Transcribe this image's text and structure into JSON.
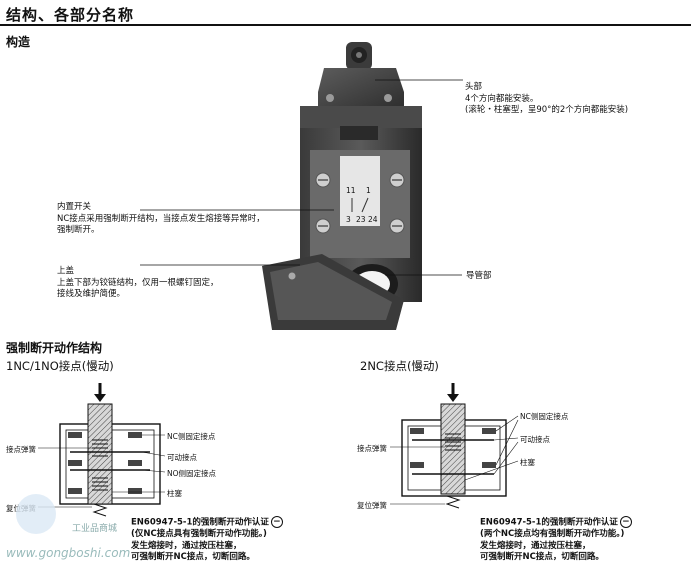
{
  "header": {
    "title": "结构、各部分名称"
  },
  "structure": {
    "title": "构造",
    "labels": {
      "head": {
        "title": "头部",
        "line1": "4个方向都能安装。",
        "line2": "(滚轮・柱塞型，呈90°的2个方向都能安装)"
      },
      "switch": {
        "title": "内置开关",
        "line1": "NC接点采用强制断开结构，当接点发生熔接等异常时，",
        "line2": "强制断开。"
      },
      "cover": {
        "title": "上盖",
        "line1": "上盖下部为铰链结构，仅用一根螺钉固定，",
        "line2": "接线及维护简便。"
      },
      "conduit": "导管部"
    },
    "terminal_numbers": [
      "11",
      "1",
      "3",
      "23",
      "24"
    ]
  },
  "mechanism": {
    "title": "强制断开动作结构",
    "left": {
      "subtitle": "1NC/1NO接点(慢动)",
      "labels": {
        "spring": "接点弹簧",
        "reset": "复位弹簧",
        "nc_fixed": "NC侧固定接点",
        "movable": "可动接点",
        "no_fixed": "NO侧固定接点",
        "plunger": "柱塞"
      },
      "cert": {
        "line1": "EN60947-5-1的强制断开动作认证",
        "symbol": "⊖",
        "line2": "(仅NC接点具有强制断开动作功能。)",
        "line3": "发生熔接时，通过按压柱塞，",
        "line4": "可强制断开NC接点，切断回路。"
      }
    },
    "right": {
      "subtitle": "2NC接点(慢动)",
      "labels": {
        "spring": "接点弹簧",
        "reset": "复位弹簧",
        "nc_fixed": "NC侧固定接点",
        "movable": "可动接点",
        "plunger": "柱塞"
      },
      "cert": {
        "line1": "EN60947-5-1的强制断开动作认证",
        "symbol": "⊖",
        "line2": "(两个NC接点均有强制断开动作功能。)",
        "line3": "发生熔接时，通过按压柱塞，",
        "line4": "可强制断开NC接点，切断回路。"
      }
    }
  },
  "watermark": {
    "brand": "工业品商城",
    "url": "www.gongboshi.com"
  }
}
